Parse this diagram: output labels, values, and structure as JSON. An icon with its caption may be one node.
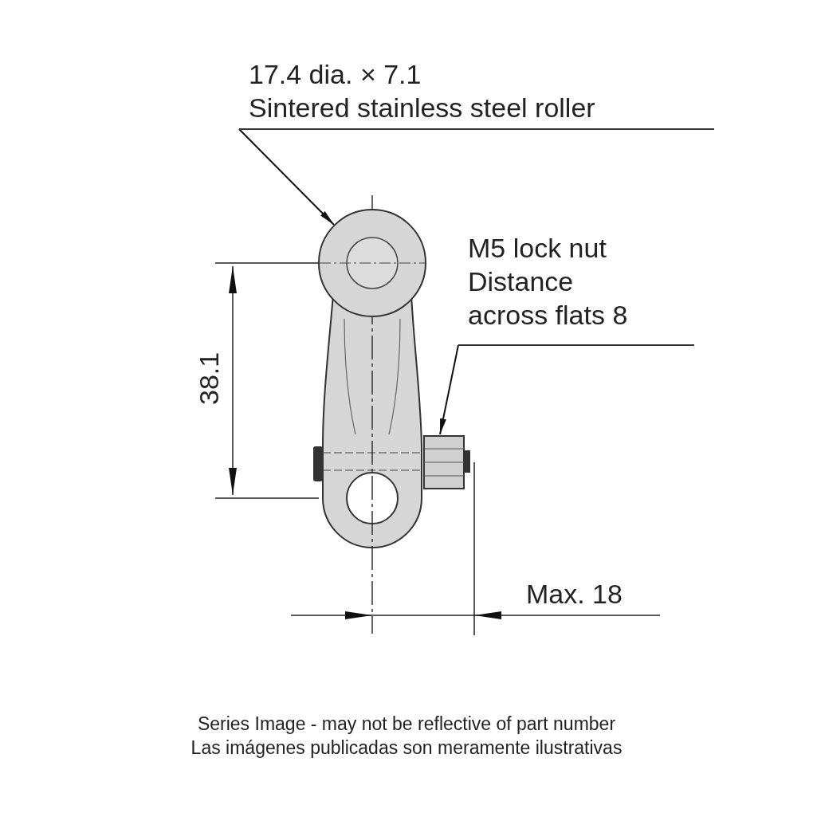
{
  "diagram": {
    "caption": "Series Image - may not be reflective of part number",
    "nodes": [
      {
        "text": [
          "17.4 dia. × 7.1",
          "Sintered stainless steel roller"
        ]
      },
      {
        "text": [],
        "shape": "circle"
      },
      {
        "text": [
          "M5 lock nut",
          "Distance across flats 8"
        ]
      },
      {
        "text": [],
        "shape": "box"
      }
    ],
    "edges": [
      {
        "from": 0,
        "to": 1,
        "arrow": "to"
      },
      {
        "from": 2,
        "to": 3,
        "arrow": "to"
      }
    ],
    "labels": [
      "38.1",
      "Max. 18",
      "Las imágenes publicadas son meramente ilustrativas"
    ]
  }
}
